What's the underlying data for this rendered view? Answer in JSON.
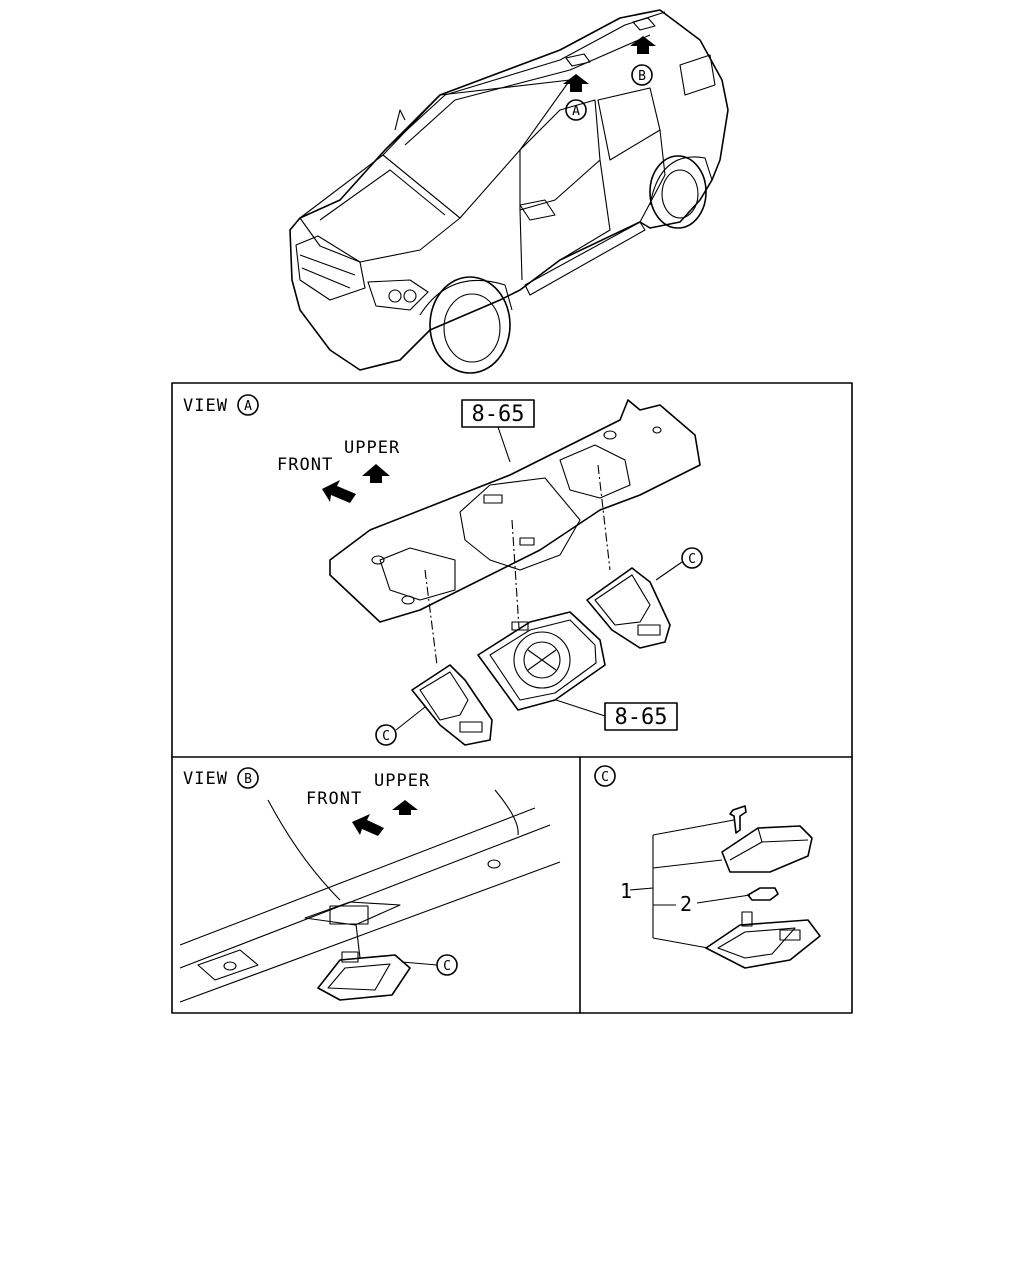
{
  "vehicle": {
    "view_marker_a": "A",
    "view_marker_b": "B"
  },
  "view_a": {
    "title": "VIEW",
    "marker": "A",
    "upper_label": "UPPER",
    "front_label": "FRONT",
    "ref_top": "8-65",
    "ref_bottom": "8-65",
    "callout_right": "C",
    "callout_left": "C"
  },
  "view_b": {
    "title": "VIEW",
    "marker": "B",
    "upper_label": "UPPER",
    "front_label": "FRONT",
    "callout": "C"
  },
  "detail_c": {
    "marker": "C",
    "part_1": "1",
    "part_2": "2"
  }
}
